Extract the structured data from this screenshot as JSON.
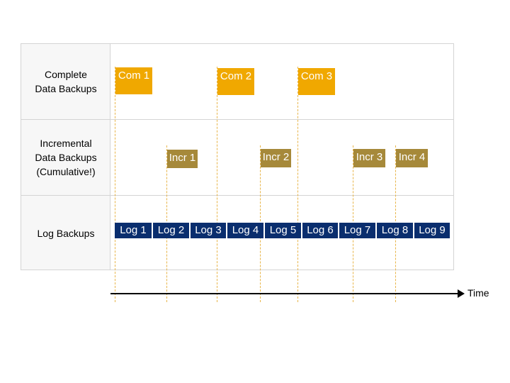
{
  "rows": {
    "complete": "Complete\nData Backups",
    "incremental": "Incremental\nData Backups\n(Cumulative!)",
    "log": "Log Backups"
  },
  "complete_backups": [
    "Com 1",
    "Com 2",
    "Com 3"
  ],
  "incremental_backups": [
    "Incr 1",
    "Incr 2",
    "Incr 3",
    "Incr 4"
  ],
  "log_backups": [
    "Log 1",
    "Log 2",
    "Log 3",
    "Log 4",
    "Log 5",
    "Log 6",
    "Log 7",
    "Log 8",
    "Log 9"
  ],
  "axis_label": "Time",
  "colors": {
    "complete": "#f0a800",
    "incremental": "#a6893a",
    "log": "#0a2e6e",
    "guide": "#e8b54a"
  }
}
